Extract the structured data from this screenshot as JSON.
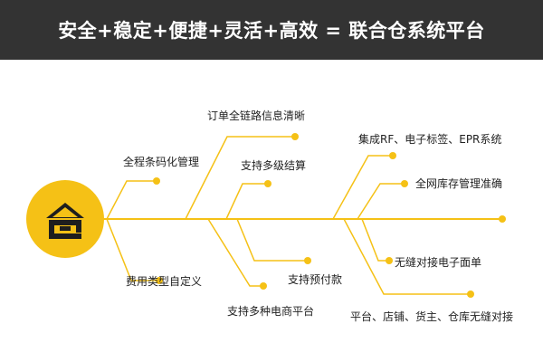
{
  "header": {
    "title": "安全+稳定+便捷+灵活+高效 = 联合仓系统平台"
  },
  "colors": {
    "accent": "#f5c116",
    "header_bg": "#333333",
    "logo_ink": "#1e1e1e"
  },
  "logo": {
    "icon": "warehouse-logo-icon"
  },
  "branches": {
    "order_trace": "订单全链路信息清晰",
    "barcode": "全程条码化管理",
    "multi_settle": "支持多级结算",
    "rfid": "集成RF、电子标签、EPR系统",
    "inventory": "全网库存管理准确",
    "cost_type": "费用类型自定义",
    "prepay": "支持预付款",
    "ecommerce": "支持多种电商平台",
    "waybill": "无缝对接电子面单",
    "platform": "平台、店铺、货主、仓库无缝对接"
  }
}
